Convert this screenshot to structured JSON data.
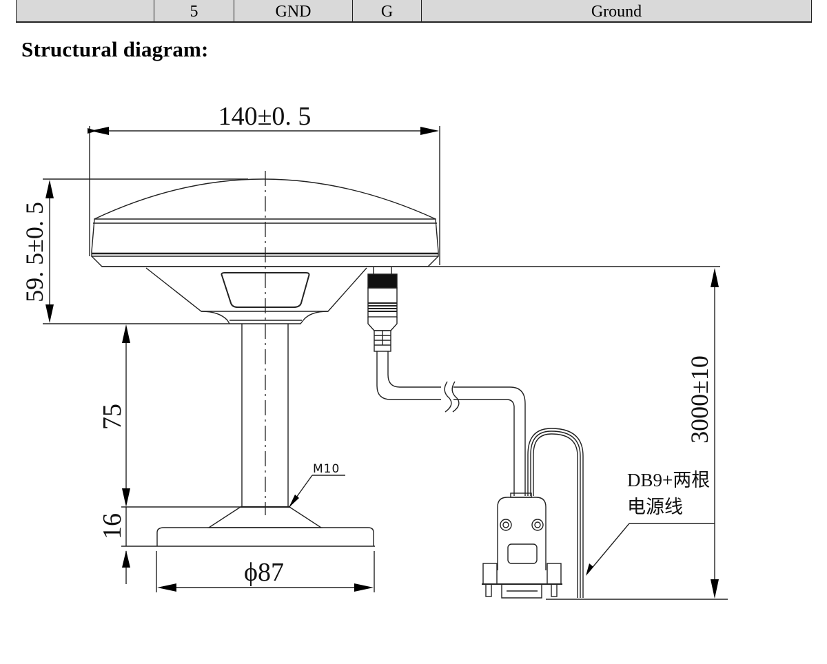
{
  "table": {
    "row": {
      "cells": [
        "",
        "5",
        "GND",
        "G",
        "Ground"
      ]
    }
  },
  "section": {
    "heading": "Structural diagram:"
  },
  "diagram": {
    "dimensions": {
      "top_width": "140±0. 5",
      "dome_height": "59. 5±0. 5",
      "pole_height": "75",
      "base_height": "16",
      "base_diameter": "ϕ87",
      "cable_length": "3000±10"
    },
    "annotations": {
      "thread": "M10",
      "connector_line1": "DB9+两根",
      "connector_line2": "电源线"
    }
  }
}
